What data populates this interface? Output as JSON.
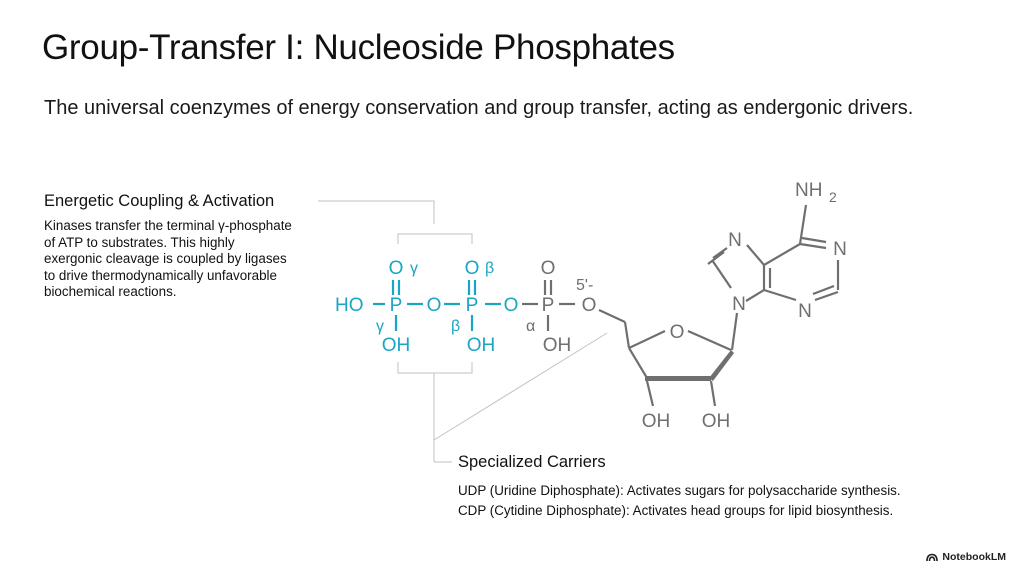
{
  "title": "Group-Transfer I: Nucleoside Phosphates",
  "subtitle": "The universal coenzymes of energy conservation and group transfer, acting as endergonic drivers.",
  "callouts": {
    "activation": {
      "heading": "Energetic Coupling & Activation",
      "lines": [
        "Kinases transfer the terminal γ-phosphate",
        "of ATP to substrates. This highly",
        "exergonic cleavage is coupled by ligases",
        "to drive thermodynamically unfavorable",
        "biochemical reactions."
      ]
    },
    "carriers": {
      "heading": "Specialized Carriers",
      "udp": "UDP (Uridine Diphosphate): Activates sugars for polysaccharide synthesis.",
      "cdp": "CDP (Cytidine Diphosphate): Activates head groups for lipid biosynthesis."
    }
  },
  "molecule": {
    "phosphates": {
      "gamma": {
        "top": "O",
        "top_greek": "γ",
        "center": "P",
        "left": "HO",
        "bottom": "OH",
        "bottom_greek": "γ"
      },
      "beta": {
        "top": "O",
        "top_greek": "β",
        "center": "P",
        "bridge_left": "O",
        "bottom": "OH",
        "bottom_greek": "β"
      },
      "alpha": {
        "top": "O",
        "center": "P",
        "bridge_left": "O",
        "bottom": "OH",
        "bottom_greek": "α"
      }
    },
    "ester_oxygen": "O",
    "position_label": "5'-",
    "ribose": {
      "ring_oxygen": "O",
      "hydroxyl_2": "OH",
      "hydroxyl_3": "OH"
    },
    "adenine": {
      "n1": "N",
      "n3": "N",
      "n7": "N",
      "n9": "N",
      "amino": "NH",
      "amino_subscript": "2"
    }
  },
  "colors": {
    "highlight": "#1aa5c3",
    "structure": "#6f6f6f",
    "bracket": "#c2c2c2",
    "text": "#111111"
  },
  "brand": {
    "name": "NotebookLM"
  }
}
